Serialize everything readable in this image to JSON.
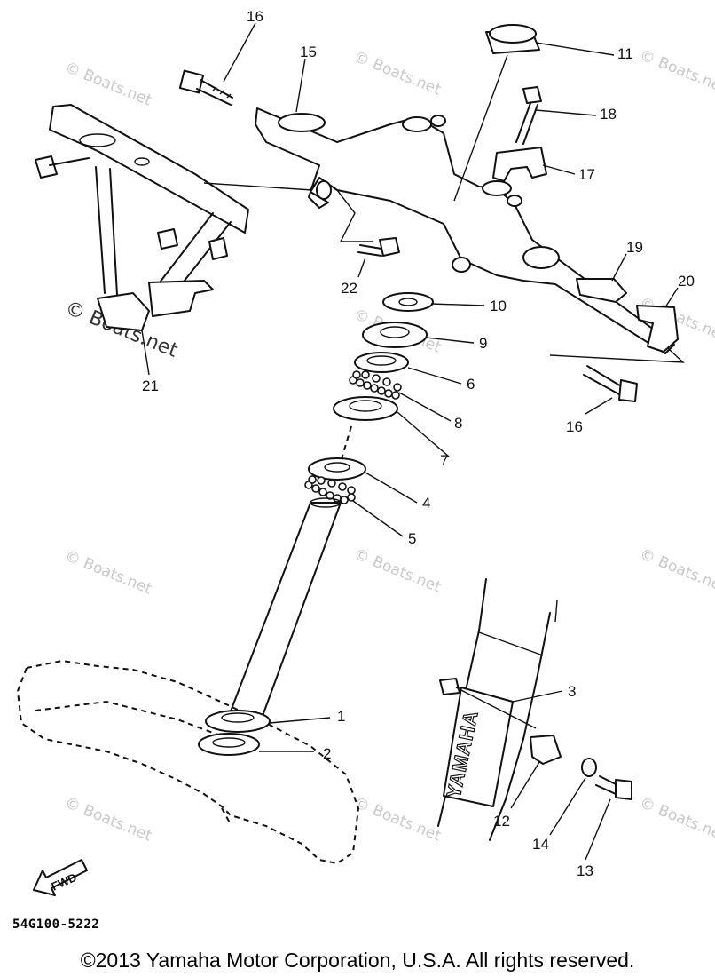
{
  "watermark": "© Boats.net",
  "callouts": [
    "16",
    "15",
    "11",
    "18",
    "17",
    "19",
    "20",
    "22",
    "10",
    "9",
    "6",
    "8",
    "7",
    "4",
    "5",
    "21",
    "16",
    "3",
    "1",
    "2",
    "12",
    "14",
    "13"
  ],
  "fwd_label": "FWD",
  "fork_text": "YAMAHA",
  "diagram_code": "54G100-5222",
  "copyright": "©2013 Yamaha Motor Corporation, U.S.A. All rights reserved."
}
